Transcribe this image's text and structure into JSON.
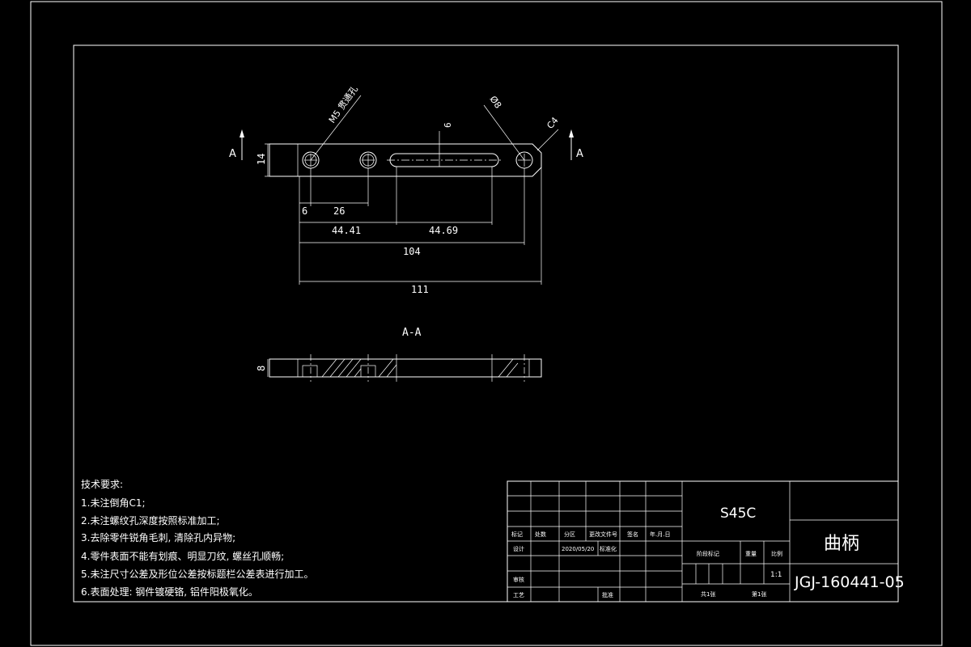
{
  "section_label": "A",
  "section_title": "A-A",
  "dimensions": {
    "thickness_top": "14",
    "thickness_section": "8",
    "d6a": "6",
    "d26": "26",
    "d4441": "44.41",
    "d4469": "44.69",
    "d104": "104",
    "d111": "111",
    "d6b": "6",
    "thread_callout": "M5 贯通孔",
    "hole_dia": "Ø8",
    "chamfer": "C4"
  },
  "tech_requirements": {
    "title": "技术要求:",
    "items": [
      "1.未注倒角C1;",
      "2.未注螺纹孔深度按照标准加工;",
      "3.去除零件锐角毛刺, 清除孔内异物;",
      "4.零件表面不能有划痕、明显刀纹, 螺丝孔顺畅;",
      "5.未注尺寸公差及形位公差按标题栏公差表进行加工。",
      "6.表面处理: 钢件镀硬铬, 铝件阳极氧化。"
    ]
  },
  "title_block": {
    "material": "S45C",
    "part_name": "曲柄",
    "drawing_no": "JGJ-160441-05",
    "scale": "1:1",
    "rev_headers": [
      "标记",
      "处数",
      "分区",
      "更改文件号",
      "签名",
      "年.月.日"
    ],
    "design": "设计",
    "date": "2020/05/20",
    "standardize": "标准化",
    "stage_mark": "阶段标记",
    "weight": "重量",
    "scale_label": "比例",
    "review": "审核",
    "process": "工艺",
    "approve": "批准",
    "sheets_total": "共1张",
    "sheet_no": "第1张"
  }
}
